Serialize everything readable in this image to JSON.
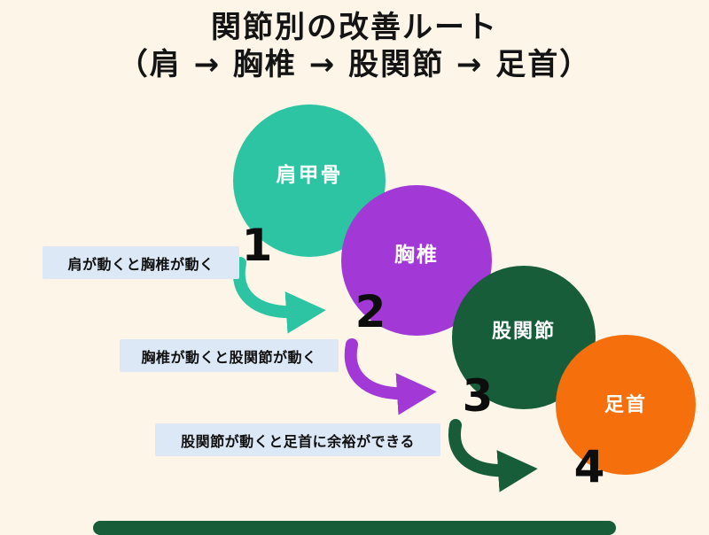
{
  "title": {
    "line1": "関節別の改善ルート",
    "line2": "（肩 → 胸椎 → 股関節 → 足首）"
  },
  "steps": [
    {
      "number": "1",
      "label": "肩甲骨",
      "color": "#2cc4a3"
    },
    {
      "number": "2",
      "label": "胸椎",
      "color": "#a238d6"
    },
    {
      "number": "3",
      "label": "股関節",
      "color": "#175d3a"
    },
    {
      "number": "4",
      "label": "足首",
      "color": "#f56f0d"
    }
  ],
  "notes": [
    "肩が動くと胸椎が動く",
    "胸椎が動くと股関節が動く",
    "股関節が動くと足首に余裕ができる"
  ],
  "colors": {
    "background": "#fcf5e8",
    "note_background": "#dce8f6",
    "title_text": "#141414",
    "circle_text": "#ffffff",
    "bottom_bar": "#175d3a"
  }
}
